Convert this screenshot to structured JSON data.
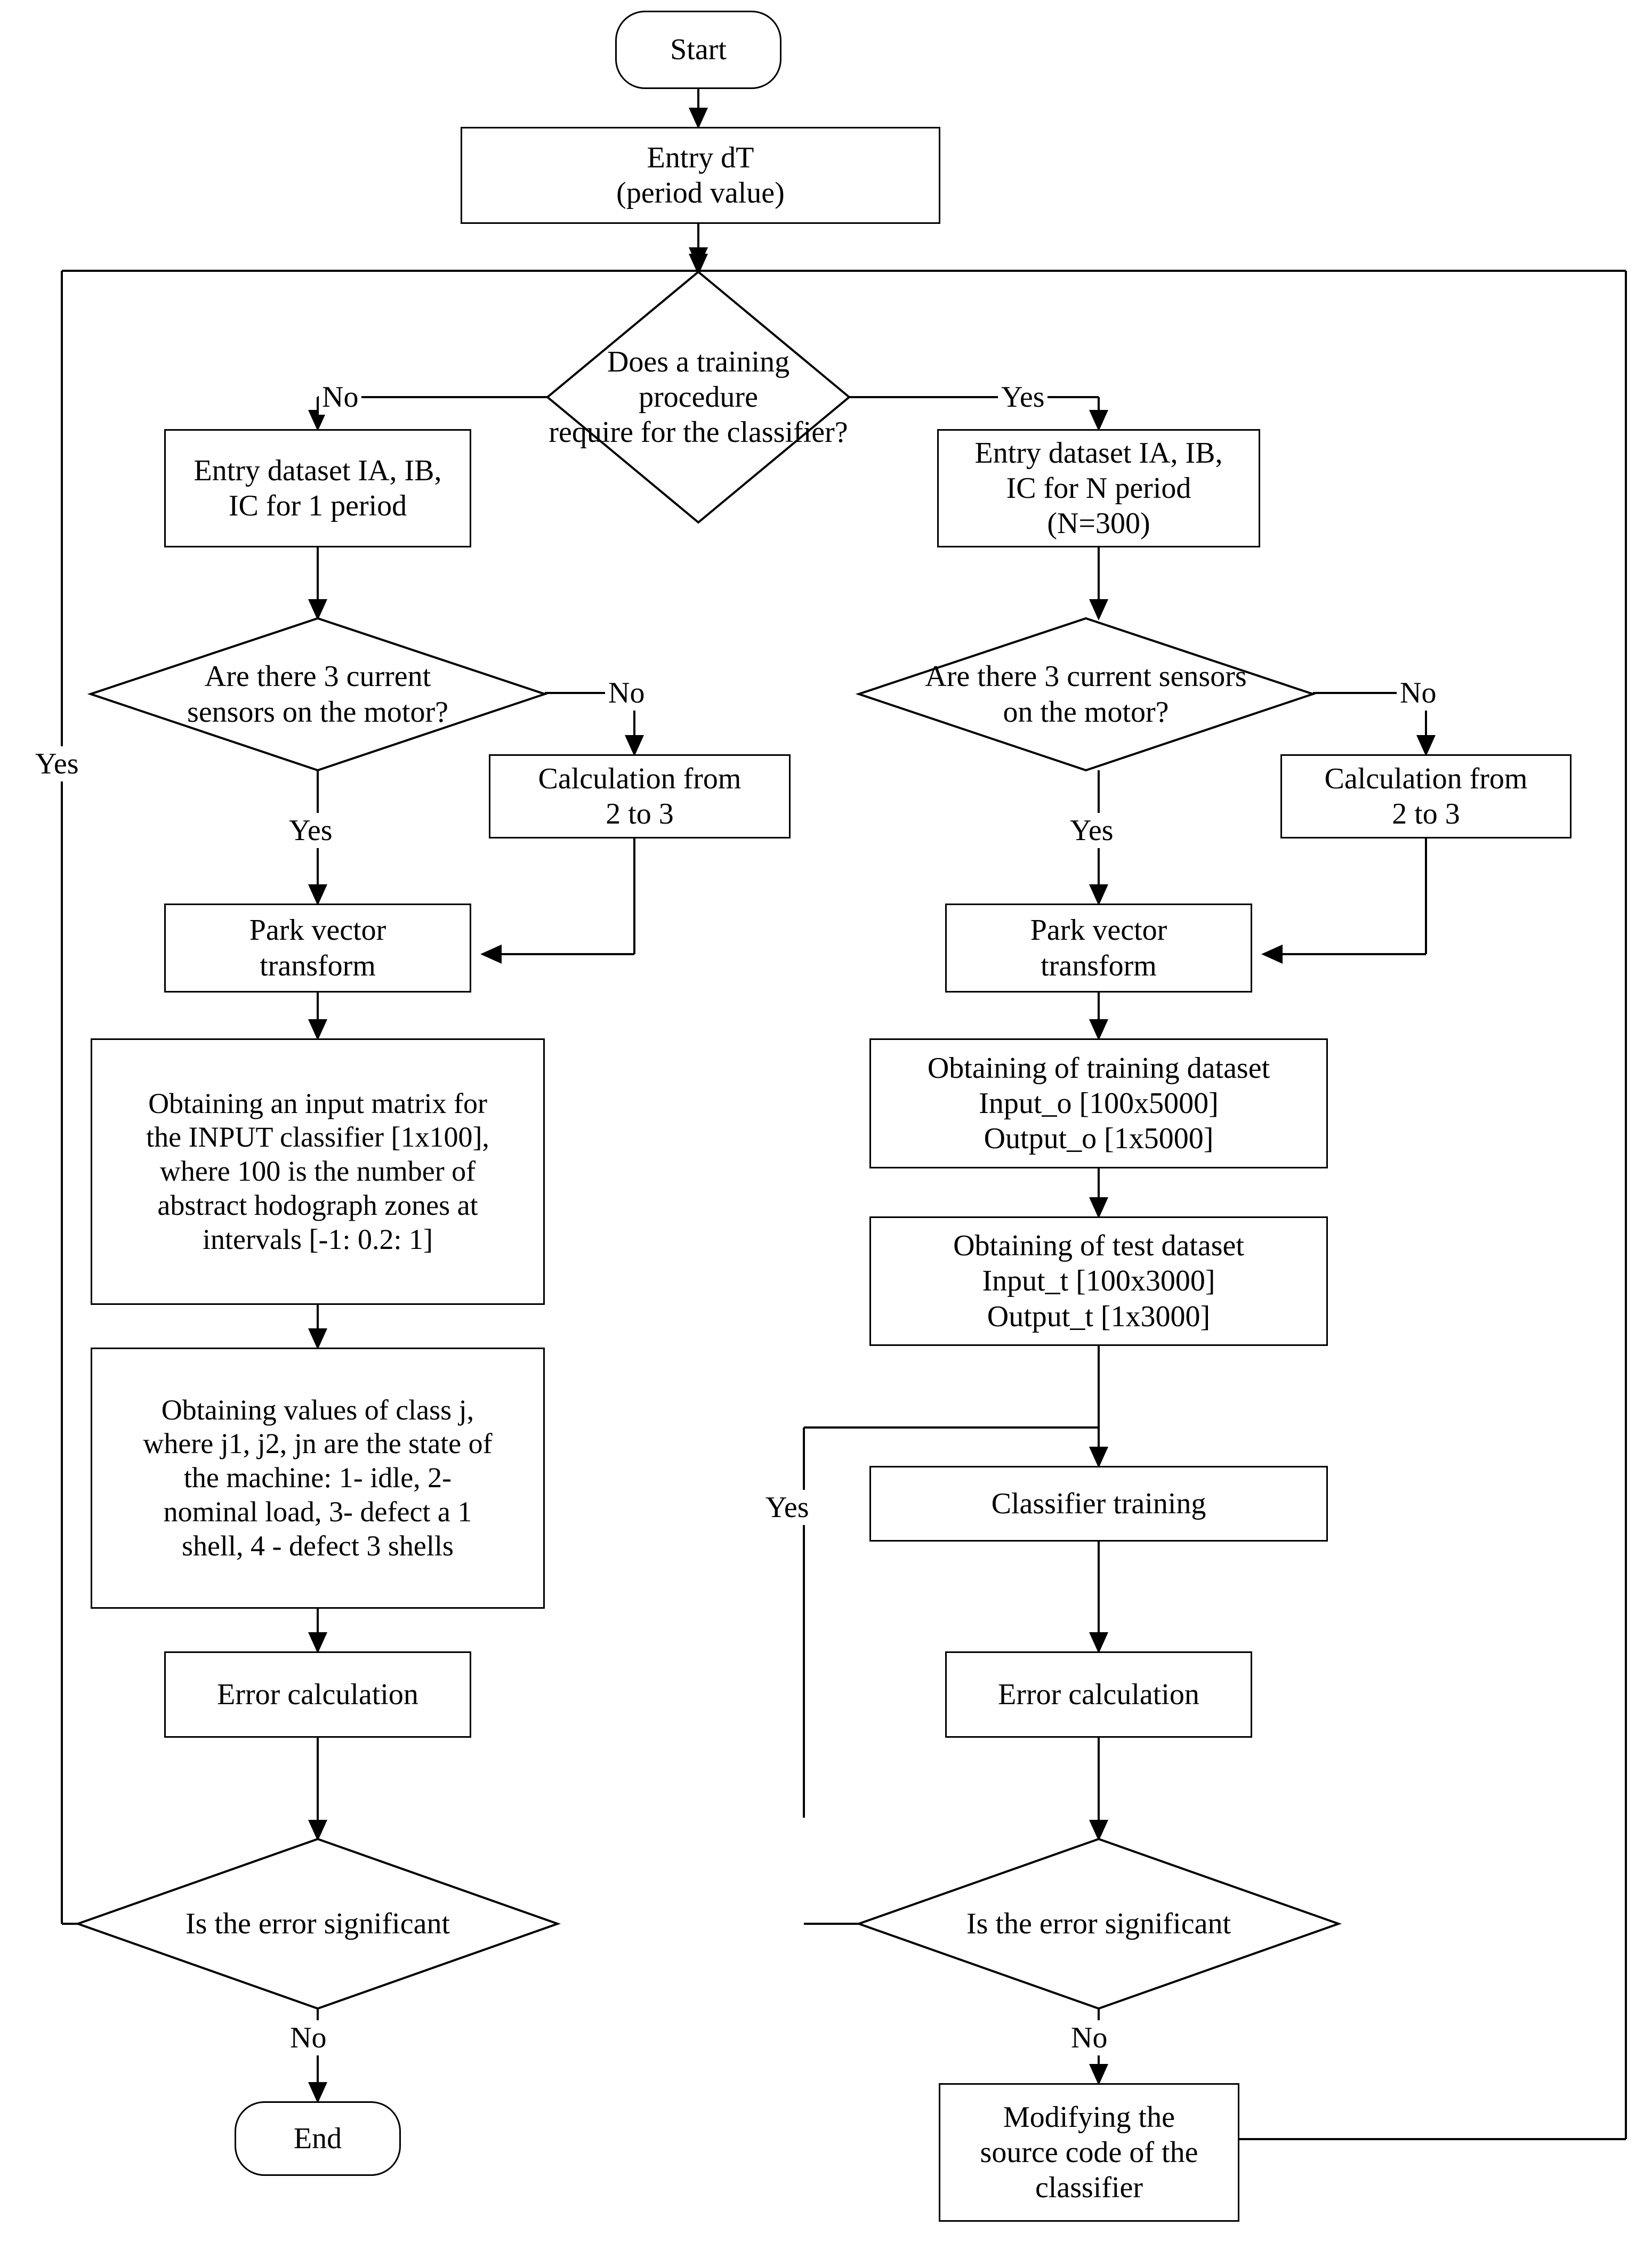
{
  "diagram": {
    "title": "Classifier training and testing flowchart",
    "type": "flowchart",
    "stroke_color": "#000000",
    "background_color": "#ffffff"
  },
  "nodes": {
    "start": {
      "label": "Start",
      "shape": "terminal"
    },
    "entry_dt": {
      "label": "Entry dT\n(period value)",
      "shape": "process"
    },
    "decision_training": {
      "label": "Does a training procedure\nrequire for the classifier?",
      "shape": "decision"
    },
    "left_entry_dataset": {
      "label": "Entry dataset IA, IB,\nIC for 1 period",
      "shape": "process"
    },
    "left_sensors": {
      "label": "Are there 3 current\nsensors on the motor?",
      "shape": "decision"
    },
    "left_calc_2to3": {
      "label": "Calculation from\n2 to 3",
      "shape": "process"
    },
    "left_park": {
      "label": "Park vector\ntransform",
      "shape": "process"
    },
    "left_input_matrix": {
      "label": "Obtaining an input matrix for\nthe INPUT classifier [1x100],\nwhere 100 is the number of\nabstract hodograph zones at\nintervals [-1: 0.2: 1]",
      "shape": "process"
    },
    "left_class_values": {
      "label": "Obtaining values of class j,\nwhere j1, j2, jn are the state of\nthe machine: 1- idle, 2-\nnominal load, 3- defect a 1\nshell, 4 - defect 3 shells",
      "shape": "process"
    },
    "left_error_calc": {
      "label": "Error calculation",
      "shape": "process"
    },
    "left_error_significant": {
      "label": "Is the error significant",
      "shape": "decision"
    },
    "end": {
      "label": "End",
      "shape": "terminal"
    },
    "right_entry_dataset": {
      "label": "Entry dataset IA, IB,\nIC for N period\n(N=300)",
      "shape": "process"
    },
    "right_sensors": {
      "label": "Are there 3 current sensors\non the motor?",
      "shape": "decision"
    },
    "right_calc_2to3": {
      "label": "Calculation from\n2 to 3",
      "shape": "process"
    },
    "right_park": {
      "label": "Park vector\ntransform",
      "shape": "process"
    },
    "right_training_dataset": {
      "label": "Obtaining of training dataset\nInput_o [100x5000]\nOutput_o [1x5000]",
      "shape": "process"
    },
    "right_test_dataset": {
      "label": "Obtaining of test dataset\nInput_t [100x3000]\nOutput_t [1x3000]",
      "shape": "process"
    },
    "right_classifier_training": {
      "label": "Classifier training",
      "shape": "process"
    },
    "right_error_calc": {
      "label": "Error calculation",
      "shape": "process"
    },
    "right_error_significant": {
      "label": "Is the error significant",
      "shape": "decision"
    },
    "right_modify_source": {
      "label": "Modifying the\nsource code of the\nclassifier",
      "shape": "process"
    }
  },
  "edge_labels": {
    "decision_training_no": "No",
    "decision_training_yes": "Yes",
    "left_sensors_no": "No",
    "left_sensors_yes": "Yes",
    "right_sensors_no": "No",
    "right_sensors_yes": "Yes",
    "left_outer_loop_yes": "Yes",
    "left_error_no": "No",
    "right_error_yes": "Yes",
    "right_error_no": "No"
  }
}
